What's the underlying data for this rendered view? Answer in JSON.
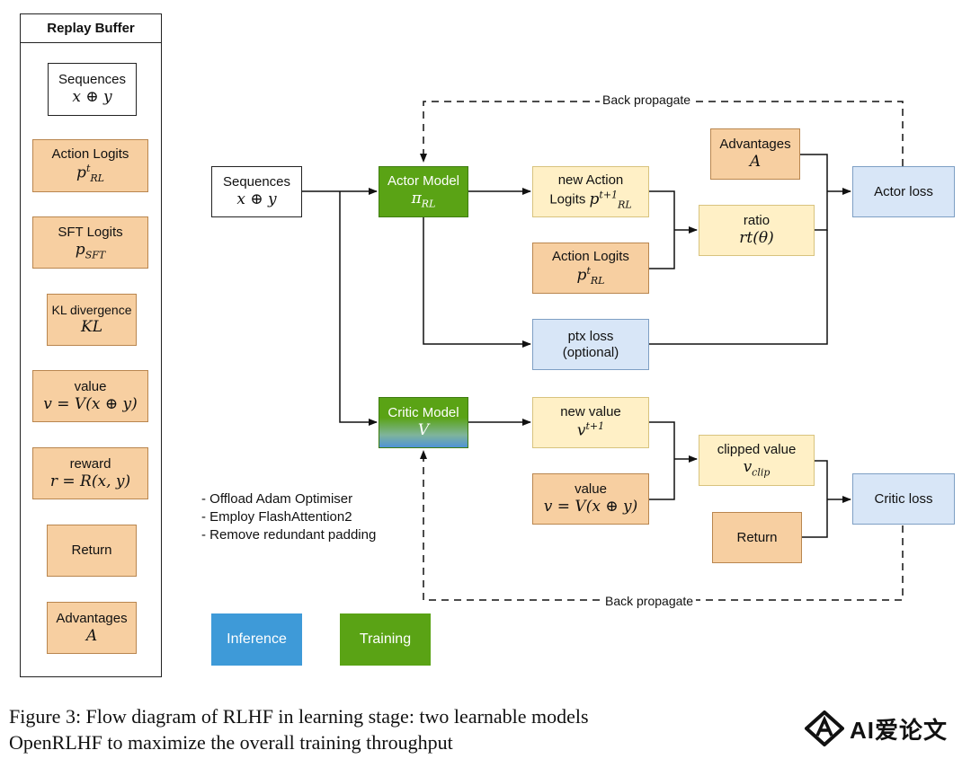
{
  "replay_buffer": {
    "title": "Replay Buffer",
    "items": [
      {
        "label": "Sequences",
        "math": "x ⊕ y",
        "color": "white"
      },
      {
        "label": "Action Logits",
        "math": "p^t_RL",
        "color": "orange"
      },
      {
        "label": "SFT Logits",
        "math": "p_SFT",
        "color": "orange"
      },
      {
        "label": "KL divergence",
        "math": "KL",
        "color": "orange"
      },
      {
        "label": "value",
        "math": "v = V(x ⊕ y)",
        "color": "orange"
      },
      {
        "label": "reward",
        "math": "r = R(x, y)",
        "color": "orange"
      },
      {
        "label": "Return",
        "math": "",
        "color": "orange"
      },
      {
        "label": "Advantages",
        "math": "A",
        "color": "orange"
      }
    ]
  },
  "diagram": {
    "sequences": {
      "label": "Sequences",
      "math": "x ⊕ y"
    },
    "actor_model": {
      "label": "Actor Model",
      "math": "π_RL"
    },
    "critic_model": {
      "label": "Critic Model",
      "math": "V"
    },
    "new_action_logits": {
      "label_line1": "new Action",
      "label_line2": "Logits",
      "math": "p^{t+1}_RL"
    },
    "action_logits": {
      "label": "Action Logits",
      "math": "p^t_RL"
    },
    "advantages": {
      "label": "Advantages",
      "math": "A"
    },
    "ratio": {
      "label": "ratio",
      "math": "rt(θ)"
    },
    "actor_loss": {
      "label": "Actor loss"
    },
    "ptx_loss": {
      "label_line1": "ptx loss",
      "label_line2": "(optional)"
    },
    "new_value": {
      "label": "new value",
      "math": "v^{t+1}"
    },
    "value": {
      "label": "value",
      "math": "v = V(x ⊕ y)"
    },
    "clipped_value": {
      "label": "clipped value",
      "math": "v_clip"
    },
    "critic_loss": {
      "label": "Critic loss"
    },
    "return": {
      "label": "Return"
    },
    "back_propagate_top": "Back propagate",
    "back_propagate_bottom": "Back propagate",
    "notes": [
      "- Offload Adam Optimiser",
      "- Employ FlashAttention2",
      "- Remove redundant padding"
    ]
  },
  "legend": {
    "inference": {
      "label": "Inference",
      "color": "#3e9ad8"
    },
    "training": {
      "label": "Training",
      "color": "#5aa315"
    }
  },
  "caption": {
    "line1": "Figure 3: Flow diagram of RLHF in learning stage: two learnable models",
    "line2": "OpenRLHF to maximize the overall training throughput"
  },
  "logo": {
    "text": "AI爱论文"
  }
}
